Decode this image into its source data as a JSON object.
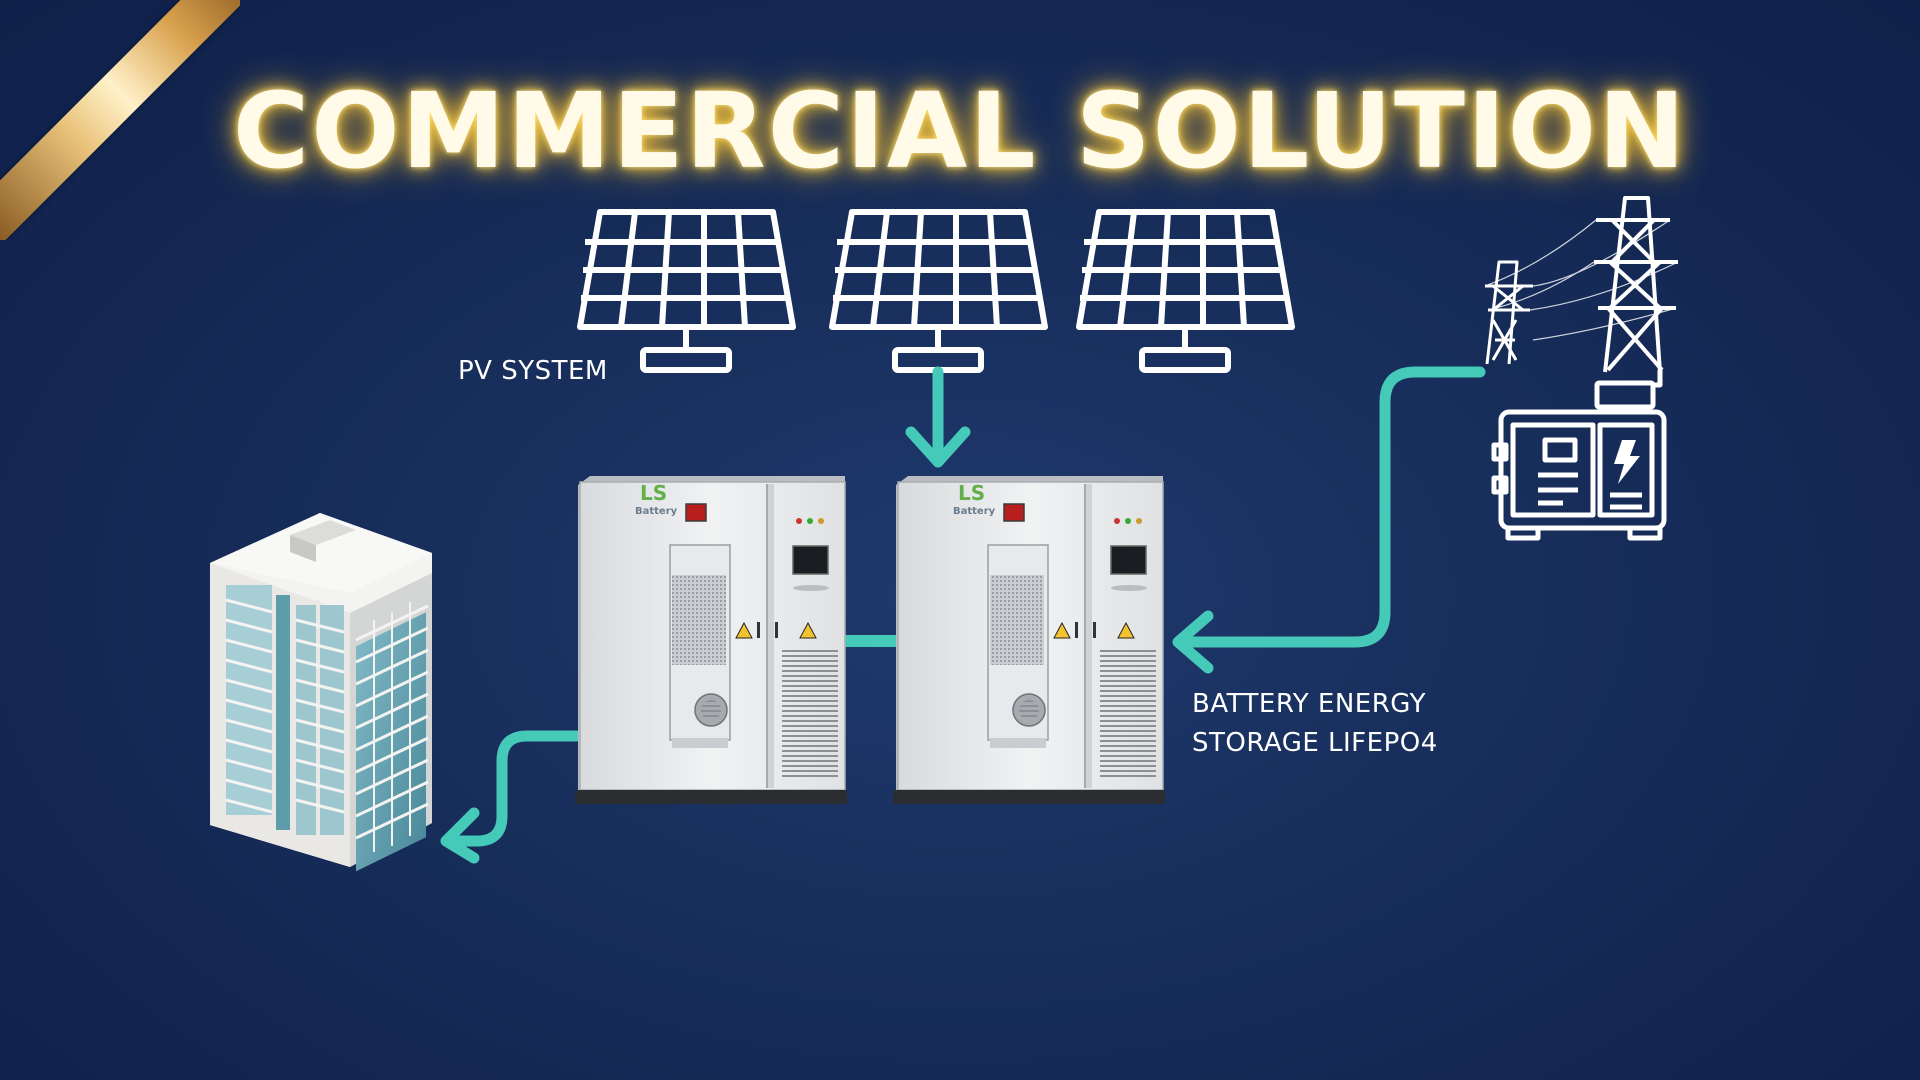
{
  "title": "COMMERCIAL SOLUTION",
  "labels": {
    "pv_system": "PV SYSTEM",
    "bess_line1": "BATTERY ENERGY",
    "bess_line2": "STORAGE LIFEPO4"
  },
  "cabinet": {
    "brand_initials": "LS",
    "brand_name": "Battery"
  },
  "colors": {
    "background": "#172d5a",
    "flow_arrow": "#45c9b8",
    "title_glow": "#ffcc3a",
    "icon_stroke": "#ffffff"
  }
}
